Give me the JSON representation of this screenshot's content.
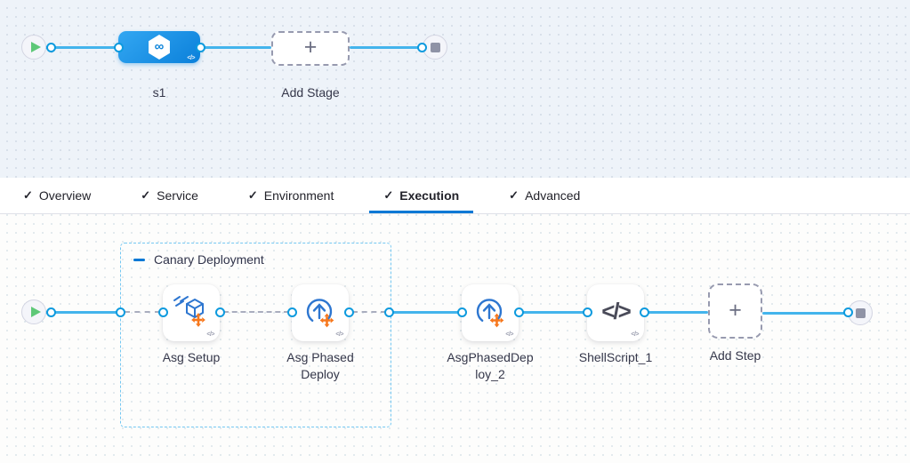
{
  "stage_pipeline": {
    "stages": [
      {
        "name": "s1",
        "type": "deployment"
      }
    ],
    "add_stage_label": "Add Stage"
  },
  "tabs": {
    "check_glyph": "✓",
    "items": [
      {
        "label": "Overview",
        "checked": true,
        "active": false
      },
      {
        "label": "Service",
        "checked": true,
        "active": false
      },
      {
        "label": "Environment",
        "checked": true,
        "active": false
      },
      {
        "label": "Execution",
        "checked": true,
        "active": true
      },
      {
        "label": "Advanced",
        "checked": true,
        "active": false
      }
    ]
  },
  "execution": {
    "group_label": "Canary Deployment",
    "steps": [
      {
        "label": "Asg Setup",
        "icon": "asg-setup-icon"
      },
      {
        "label": "Asg Phased Deploy",
        "icon": "asg-phased-deploy-icon"
      },
      {
        "label": "AsgPhasedDeploy_2",
        "icon": "asg-phased-deploy-icon"
      },
      {
        "label": "ShellScript_1",
        "icon": "shell-script-icon"
      }
    ],
    "add_step_label": "Add Step"
  },
  "glyphs": {
    "code": "</>",
    "plus": "+",
    "infinity": "∞"
  },
  "colors": {
    "accent": "#0278d5",
    "line_blue": "#43b4ec",
    "ring_blue": "#0d9ade",
    "node_gradient_start": "#33a7f2",
    "node_gradient_end": "#0b80da",
    "icon_blue": "#2d76d0",
    "icon_orange": "#f7781d",
    "play_green": "#5ec878",
    "stop_gray": "#8f93a6"
  }
}
